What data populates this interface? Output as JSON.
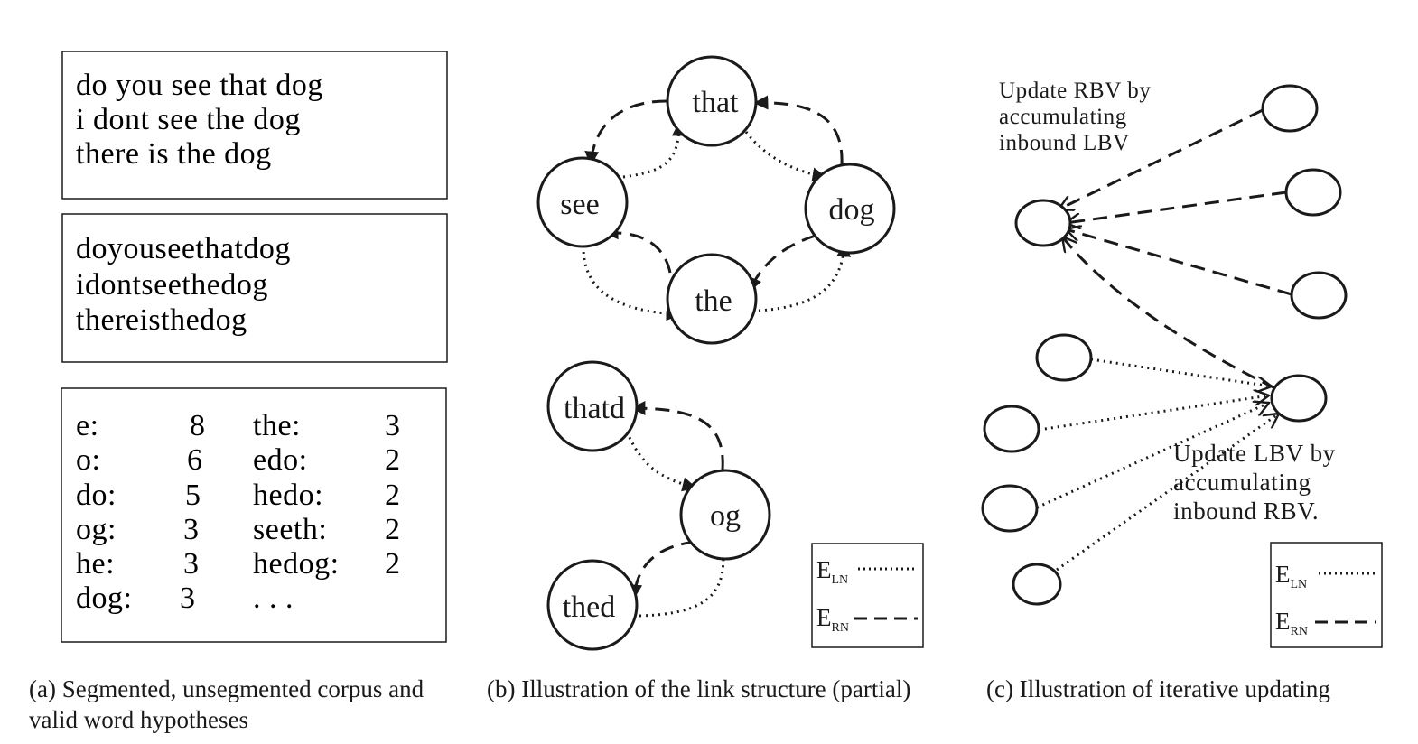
{
  "panel_a": {
    "segmented_lines": [
      "do you see that dog",
      "i dont see the dog",
      "there is the dog"
    ],
    "unsegmented_lines": [
      "doyouseethatdog",
      "idontseethedog",
      "thereisthedog"
    ],
    "hypotheses_left": [
      {
        "word": "e:",
        "count": "8"
      },
      {
        "word": "o:",
        "count": "6"
      },
      {
        "word": "do:",
        "count": "5"
      },
      {
        "word": "og:",
        "count": "3"
      },
      {
        "word": "he:",
        "count": "3"
      },
      {
        "word": "dog:",
        "count": "3"
      }
    ],
    "hypotheses_right": [
      {
        "word": "the:",
        "count": "3"
      },
      {
        "word": "edo:",
        "count": "2"
      },
      {
        "word": "hedo:",
        "count": "2"
      },
      {
        "word": "seeth:",
        "count": "2"
      },
      {
        "word": "hedog:",
        "count": "2"
      },
      {
        "word": ". . .",
        "count": ""
      }
    ],
    "caption_line1": "(a)  Segmented,  unsegmented  corpus  and",
    "caption_line2": "valid word hypotheses"
  },
  "panel_b": {
    "nodes": {
      "that": "that",
      "see": "see",
      "dog": "dog",
      "the": "the",
      "thatd": "thatd",
      "og": "og",
      "thed": "thed"
    },
    "legend": {
      "ln_main": "E",
      "ln_sub": "LN",
      "rn_main": "E",
      "rn_sub": "RN"
    },
    "caption": "(b) Illustration of the link structure (partial)"
  },
  "panel_c": {
    "note_rbv": [
      "Update  RBV  by",
      "accumulating",
      "inbound  LBV"
    ],
    "note_lbv": [
      "Update  LBV  by",
      "accumulating",
      "inbound  RBV."
    ],
    "legend": {
      "ln_main": "E",
      "ln_sub": "LN",
      "rn_main": "E",
      "rn_sub": "RN"
    },
    "caption": "(c) Illustration of iterative updating"
  }
}
